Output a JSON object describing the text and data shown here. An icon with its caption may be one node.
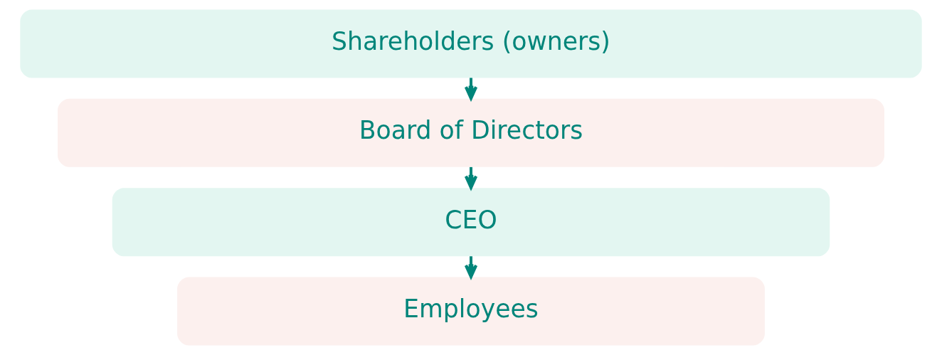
{
  "diagram": {
    "nodes": [
      {
        "text": [
          "Shareholders (owners)"
        ]
      },
      {
        "text": [
          "Board of Directors"
        ]
      },
      {
        "text": [
          "CEO"
        ]
      },
      {
        "text": [
          "Employees"
        ]
      }
    ],
    "edges": [
      {
        "from": 0,
        "to": 1,
        "arrow": "to"
      },
      {
        "from": 1,
        "to": 2,
        "arrow": "to"
      },
      {
        "from": 2,
        "to": 3,
        "arrow": "to"
      }
    ]
  }
}
